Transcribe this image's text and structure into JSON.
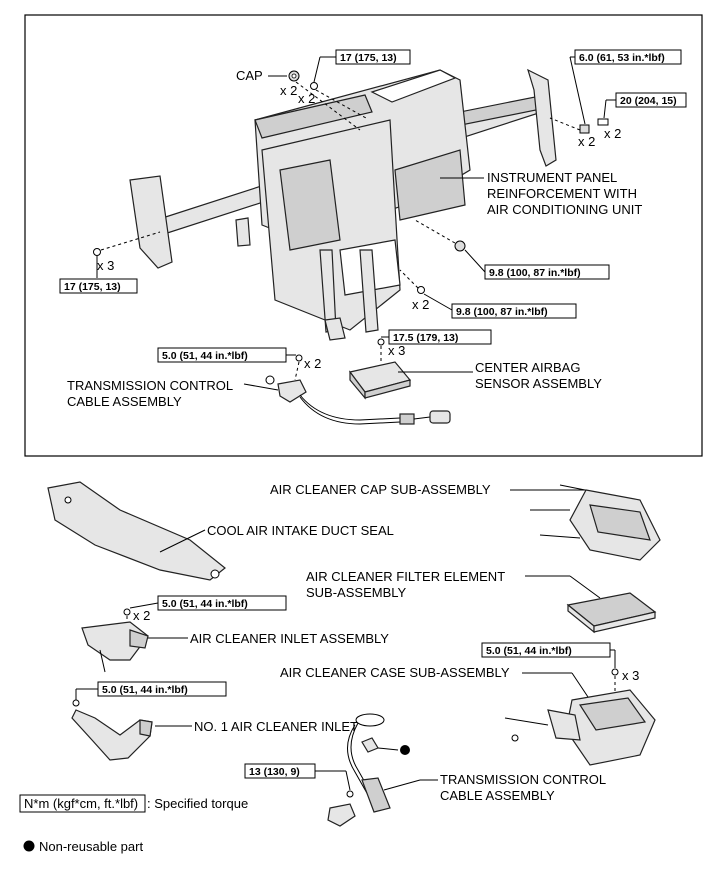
{
  "labels": {
    "cap": "CAP",
    "ip_reinforcement_1": "INSTRUMENT PANEL",
    "ip_reinforcement_2": "REINFORCEMENT WITH",
    "ip_reinforcement_3": "AIR CONDITIONING UNIT",
    "center_airbag_1": "CENTER AIRBAG",
    "center_airbag_2": "SENSOR ASSEMBLY",
    "tcc_top_1": "TRANSMISSION CONTROL",
    "tcc_top_2": "CABLE ASSEMBLY",
    "air_cleaner_cap": "AIR CLEANER CAP SUB-ASSEMBLY",
    "cool_air_seal": "COOL AIR INTAKE DUCT SEAL",
    "filter_element_1": "AIR CLEANER FILTER ELEMENT",
    "filter_element_2": "SUB-ASSEMBLY",
    "inlet_assembly": "AIR CLEANER INLET ASSEMBLY",
    "case_sub": "AIR CLEANER CASE SUB-ASSEMBLY",
    "no1_inlet": "NO. 1 AIR CLEANER INLET",
    "tcc_bottom_1": "TRANSMISSION CONTROL",
    "tcc_bottom_2": "CABLE ASSEMBLY"
  },
  "torques": {
    "t17_top": "17 (175, 13)",
    "t60": "6.0 (61, 53 in.*lbf)",
    "t20": "20 (204, 15)",
    "t17_left": "17 (175, 13)",
    "t98_a": "9.8 (100, 87 in.*lbf)",
    "t98_b": "9.8 (100, 87 in.*lbf)",
    "t175": "17.5 (179, 13)",
    "t50_top": "5.0 (51, 44 in.*lbf)",
    "t50_inlet": "5.0 (51, 44 in.*lbf)",
    "t50_case": "5.0 (51, 44 in.*lbf)",
    "t50_no1": "5.0 (51, 44 in.*lbf)",
    "t13": "13 (130, 9)"
  },
  "quantities": {
    "cap_x2": "x 2",
    "bolt17_x2": "x 2",
    "nut60_x2": "x 2",
    "bolt20_x2": "x 2",
    "bolt17_x3": "x 3",
    "bolt98_x2": "x 2",
    "bolt175_x3": "x 3",
    "bolt50_x2": "x 2",
    "inlet_x2": "x 2",
    "case_x3": "x 3"
  },
  "legend": {
    "unit": "N*m (kgf*cm, ft.*lbf)",
    "specified": ": Specified torque",
    "non_reusable": "Non-reusable part"
  }
}
